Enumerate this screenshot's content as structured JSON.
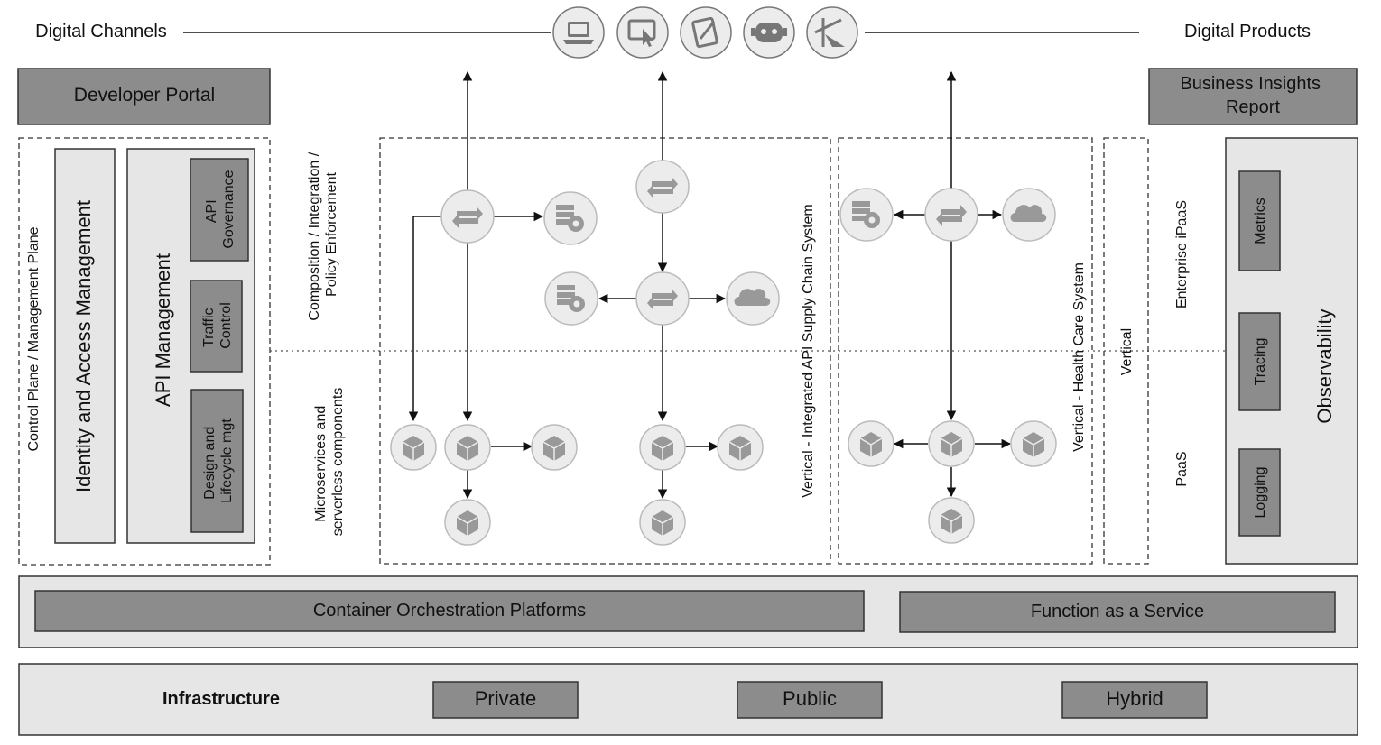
{
  "header": {
    "channels_label": "Digital Channels",
    "products_label": "Digital Products",
    "channel_icons": [
      "laptop-icon",
      "touch-screen-icon",
      "tablet-stylus-icon",
      "chatbot-icon",
      "gesture-icon"
    ]
  },
  "left": {
    "developer_portal": "Developer Portal",
    "control_plane_label": "Control Plane / Management Plane",
    "iam_label": "Identity and Access Management",
    "api_management_label": "API Management",
    "api_governance": [
      "API",
      "Governance"
    ],
    "traffic_control": [
      "Traffic",
      "Control"
    ],
    "design_lifecycle": [
      "Design and",
      "Lifecycle mgt"
    ]
  },
  "middle": {
    "composition_label": [
      "Composition / Integration /",
      "Policy Enforcement"
    ],
    "microservices_label": [
      "Microservices and",
      "serverless components"
    ],
    "supply_chain_label": "Vertical - Integrated API Supply Chain System",
    "health_care_label": "Vertical - Health Care System",
    "vertical_label": "Vertical"
  },
  "right": {
    "business_insights": [
      "Business Insights",
      "Report"
    ],
    "enterprise_ipaas_label": "Enterprise iPaaS",
    "paas_label": "PaaS",
    "observability_label": "Observability",
    "metrics": "Metrics",
    "tracing": "Tracing",
    "logging": "Logging"
  },
  "platforms": {
    "container_orchestration": "Container Orchestration Platforms",
    "faas": "Function as a Service"
  },
  "infrastructure": {
    "label": "Infrastructure",
    "private": "Private",
    "public": "Public",
    "hybrid": "Hybrid"
  },
  "colors": {
    "dark_box": "#8c8c8c",
    "light_box": "#e6e6e6",
    "icon_fill": "#9a9a9a",
    "circle_fill": "#ececec",
    "line": "#111111"
  }
}
